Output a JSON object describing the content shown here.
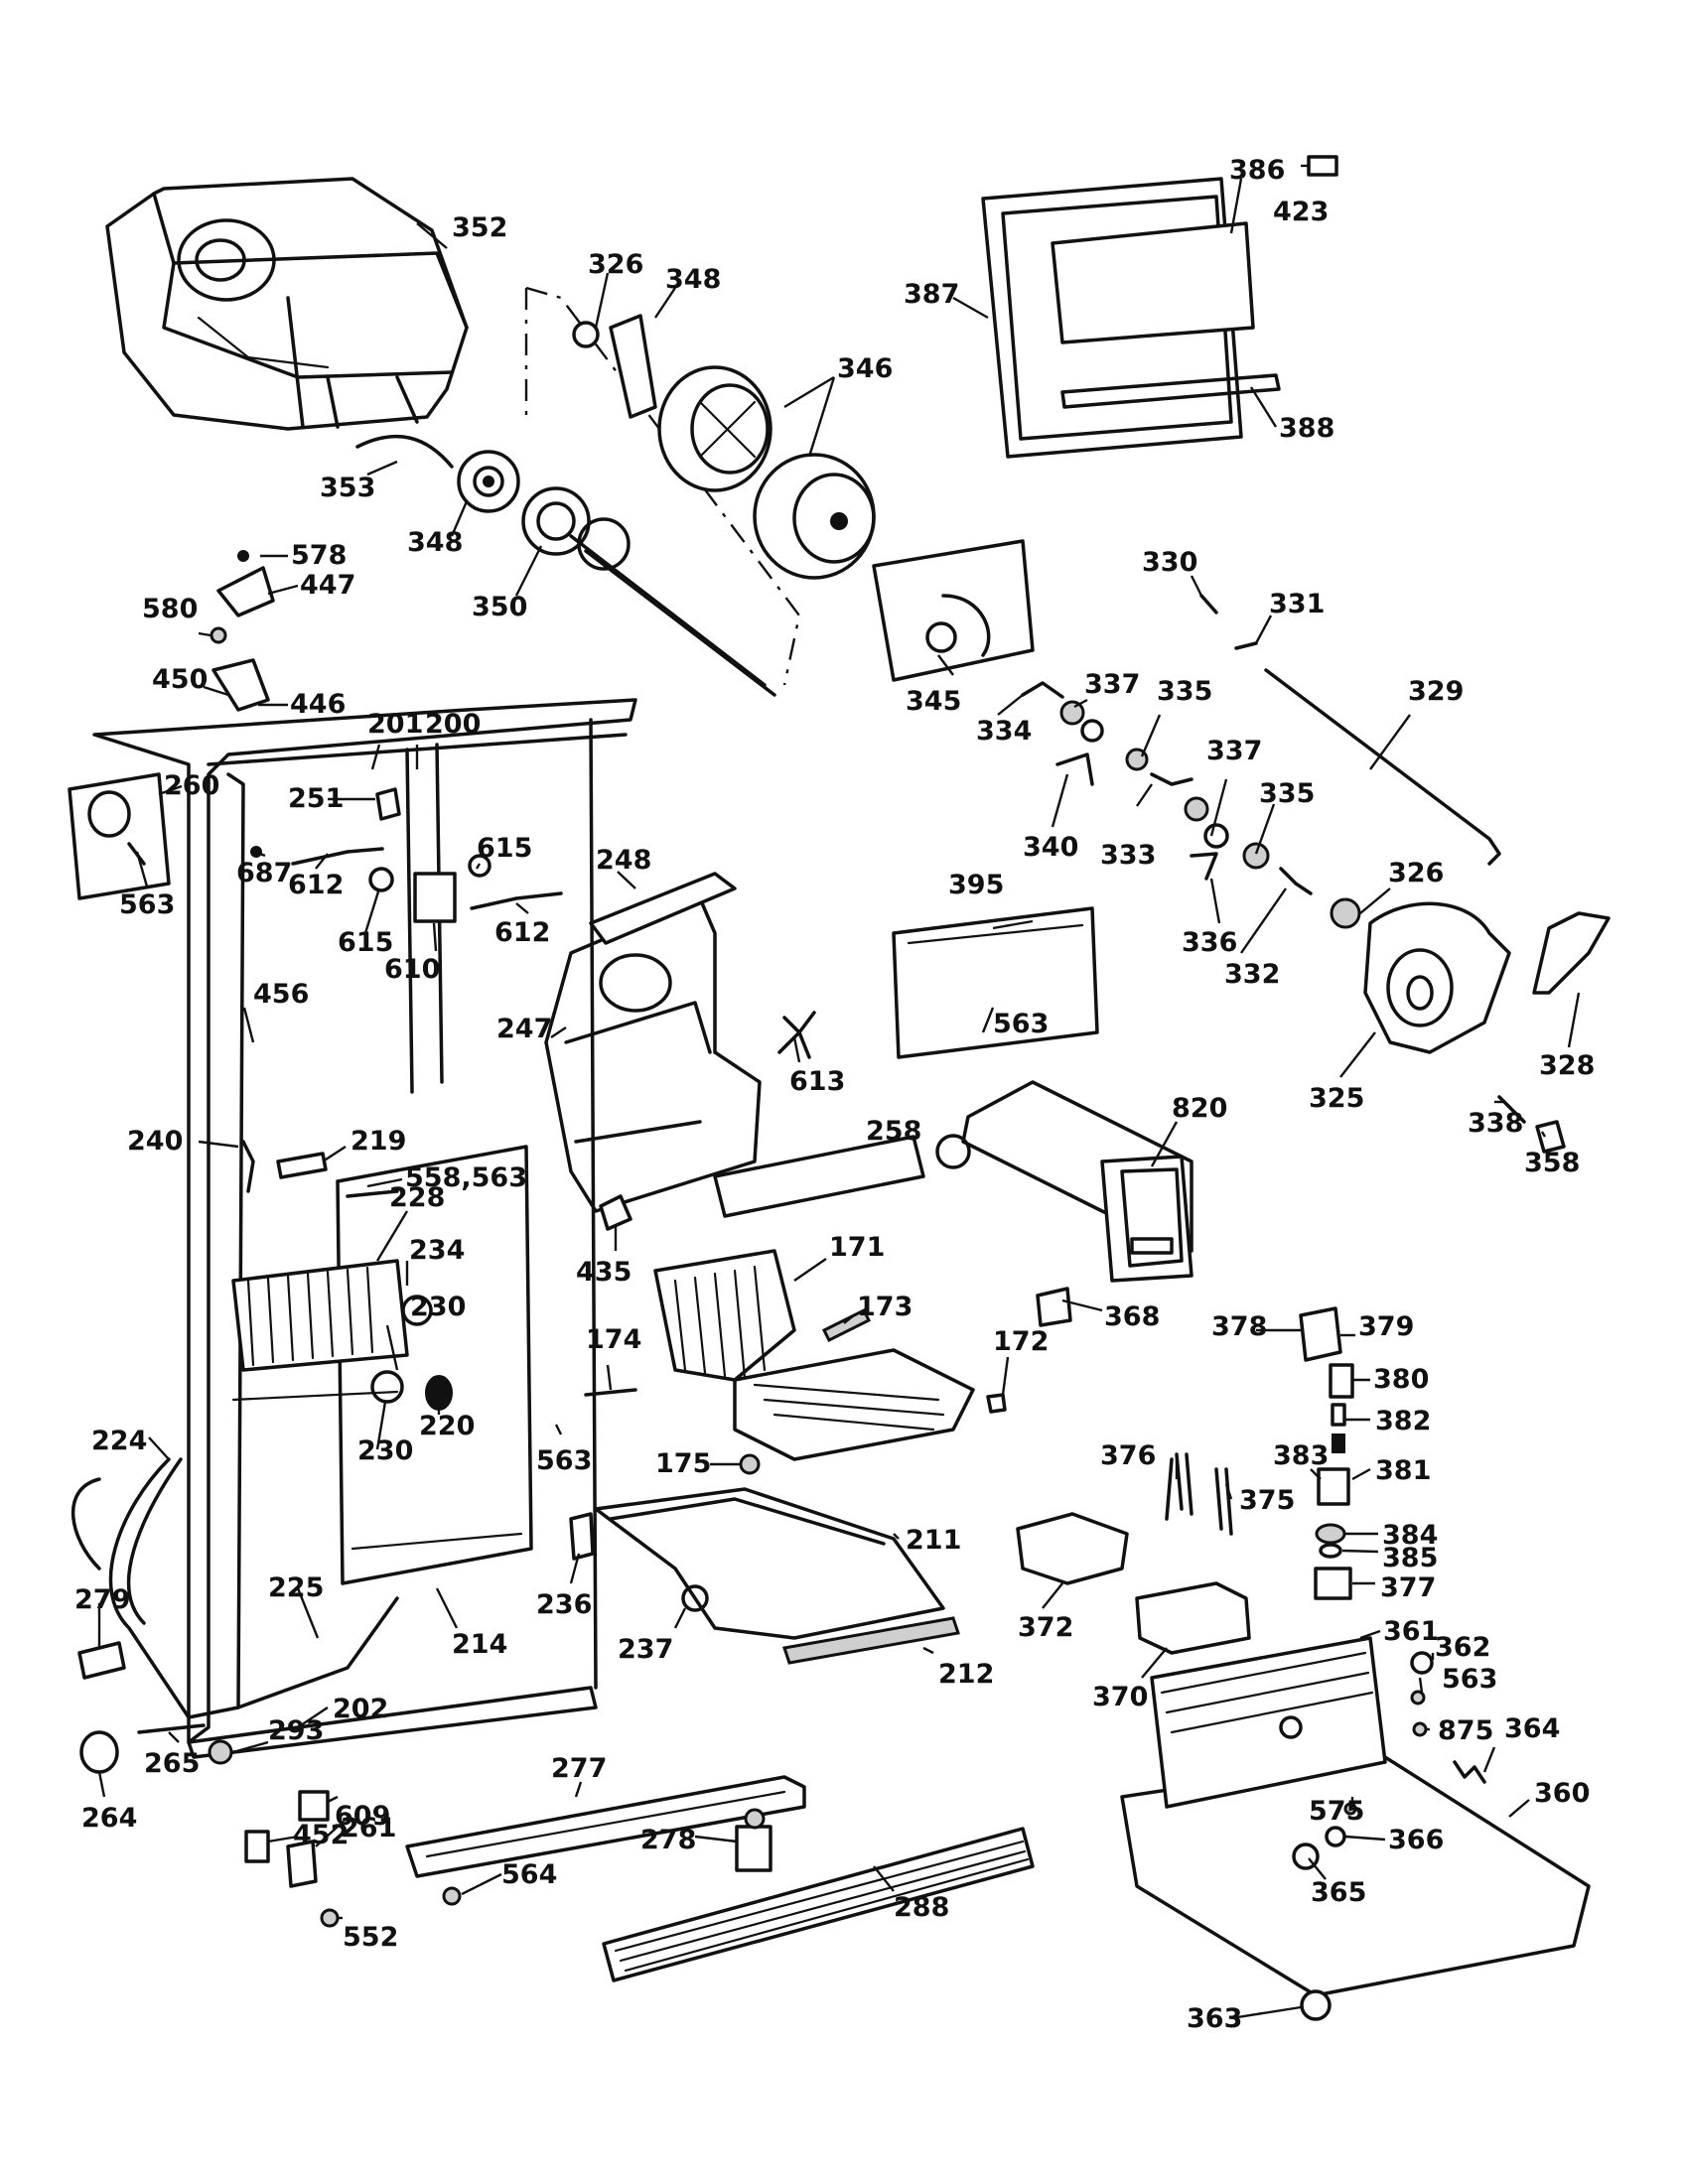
{
  "labels": {
    "p352": "352",
    "p326a": "326",
    "p348a": "348",
    "p346": "346",
    "p386": "386",
    "p423": "423",
    "p387": "387",
    "p388": "388",
    "p353": "353",
    "p348b": "348",
    "p350": "350",
    "p578": "578",
    "p447": "447",
    "p580": "580",
    "p450": "450",
    "p446": "446",
    "p330": "330",
    "p331": "331",
    "p345": "345",
    "p334": "334",
    "p337a": "337",
    "p335a": "335",
    "p329": "329",
    "p201": "201",
    "p200": "200",
    "p260": "260",
    "p251": "251",
    "p687": "687",
    "p612a": "612",
    "p615a": "615",
    "p615b": "615",
    "p610": "610",
    "p612b": "612",
    "p248": "248",
    "p563a": "563",
    "p340": "340",
    "p333": "333",
    "p337b": "337",
    "p335b": "335",
    "p395": "395",
    "p563b": "563",
    "p326b": "326",
    "p336": "336",
    "p332": "332",
    "p456": "456",
    "p613": "613",
    "p247": "247",
    "p325": "325",
    "p328": "328",
    "p240": "240",
    "p219": "219",
    "p558_563": "558,563",
    "p258": "258",
    "p820": "820",
    "p338": "338",
    "p358": "358",
    "p228": "228",
    "p234": "234",
    "p435": "435",
    "p171": "171",
    "p230a": "230",
    "p173": "173",
    "p174": "174",
    "p172": "172",
    "p368": "368",
    "p378": "378",
    "p379": "379",
    "p380": "380",
    "p220": "220",
    "p230b": "230",
    "p563c": "563",
    "p175": "175",
    "p382": "382",
    "p224": "224",
    "p376": "376",
    "p383": "383",
    "p381": "381",
    "p375": "375",
    "p211": "211",
    "p384": "384",
    "p385": "385",
    "p377": "377",
    "p236": "236",
    "p225": "225",
    "p214": "214",
    "p279": "279",
    "p237": "237",
    "p372": "372",
    "p361": "361",
    "p362": "362",
    "p212": "212",
    "p563d": "563",
    "p370": "370",
    "p202": "202",
    "p875": "875",
    "p364": "364",
    "p265": "265",
    "p293": "293",
    "p277": "277",
    "p360": "360",
    "p264": "264",
    "p609": "609",
    "p575": "575",
    "p366": "366",
    "p452": "452",
    "p261": "261",
    "p278": "278",
    "p564": "564",
    "p365": "365",
    "p288": "288",
    "p552": "552",
    "p363": "363"
  }
}
